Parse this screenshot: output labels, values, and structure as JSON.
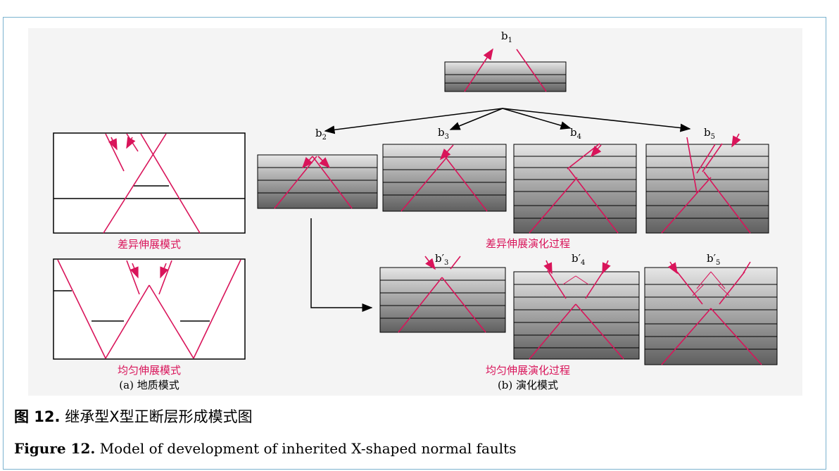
{
  "panel_labels": {
    "a_top": "差异伸展模式",
    "a_bottom": "均匀伸展模式",
    "a_caption": "(a) 地质模式",
    "b_top": "差异伸展演化过程",
    "b_bottom": "均匀伸展演化过程",
    "b_caption": "(b) 演化模式"
  },
  "stage_labels": {
    "b1": "b",
    "b1_sub": "1",
    "b2": "b",
    "b2_sub": "2",
    "b3": "b",
    "b3_sub": "3",
    "b4": "b",
    "b4_sub": "4",
    "b5": "b",
    "b5_sub": "5",
    "b3p": "b′",
    "b3p_sub": "3",
    "b4p": "b′",
    "b4p_sub": "4",
    "b5p": "b′",
    "b5p_sub": "5"
  },
  "caption": {
    "cn_num": "图 12.",
    "cn_text": "继承型X型正断层形成模式图",
    "en_num": "Figure 12.",
    "en_text": "Model of development of inherited X-shaped normal faults"
  },
  "colors": {
    "fault": "#d9145a",
    "label_pink": "#d9145a",
    "border": "#7bb3cf",
    "arrow": "#000000"
  }
}
